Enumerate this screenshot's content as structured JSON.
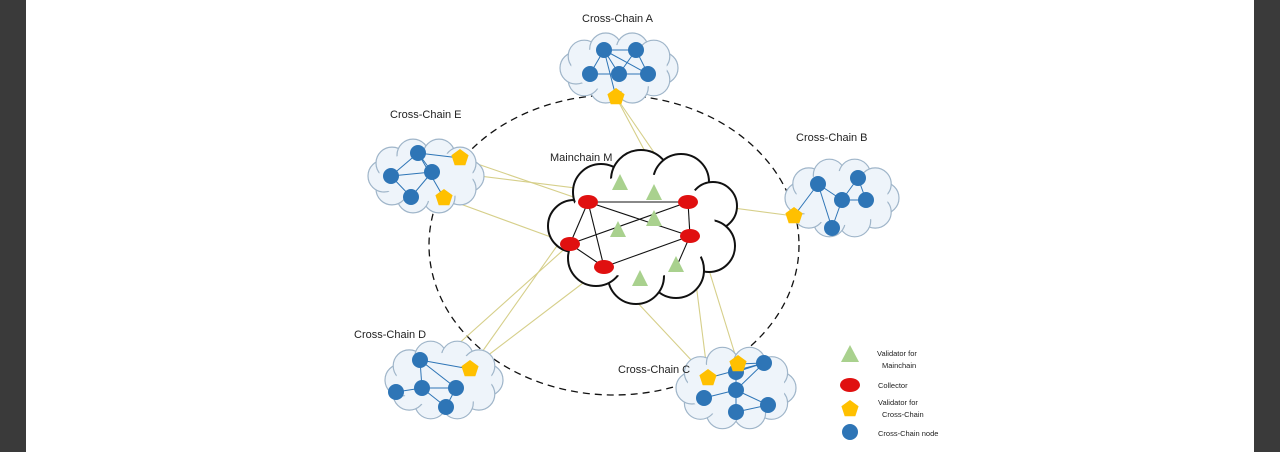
{
  "labels": {
    "chain_a": "Cross-Chain A",
    "chain_b": "Cross-Chain B",
    "chain_c": "Cross-Chain C",
    "chain_d": "Cross-Chain D",
    "chain_e": "Cross-Chain E",
    "mainchain": "Mainchain M"
  },
  "legend": {
    "validator_main_1": "Validator for",
    "validator_main_2": "Mainchain",
    "collector": "Collector",
    "validator_cross_1": "Validator for",
    "validator_cross_2": "Cross-Chain",
    "cross_node": "Cross-Chain node"
  },
  "colors": {
    "cross_node": "#2e75b6",
    "collector": "#e01010",
    "validator_main": "#a9d18e",
    "validator_cross": "#ffc000",
    "cloud_fill": "#eef4fa",
    "cloud_stroke": "#9fb5c9",
    "link": "#d6cf8a"
  }
}
